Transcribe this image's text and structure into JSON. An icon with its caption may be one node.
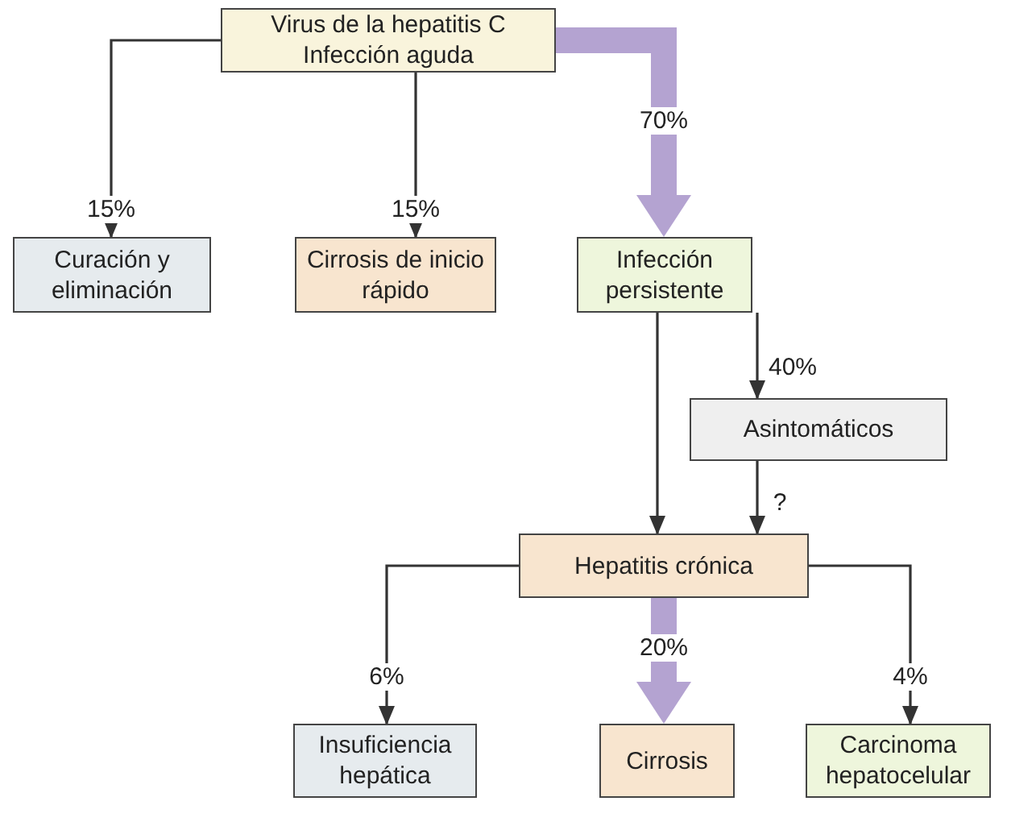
{
  "diagram": {
    "nodes": [
      {
        "text": [
          "Virus de la hepatitis C Infección aguda"
        ]
      },
      {
        "text": [
          "Curación y eliminación"
        ]
      },
      {
        "text": [
          "Cirrosis de inicio rápido"
        ]
      },
      {
        "text": [
          "Infección persistente"
        ]
      },
      {
        "text": [
          "Asintomáticos"
        ]
      },
      {
        "text": [
          "Hepatitis crónica"
        ]
      },
      {
        "text": [
          "Insuficiencia hepática"
        ]
      },
      {
        "text": [
          "Cirrosis"
        ]
      },
      {
        "text": [
          "Carcinoma hepatocelular"
        ]
      }
    ],
    "edges": [
      {
        "from": 0,
        "to": 1,
        "arrow": "to",
        "label": "15%"
      },
      {
        "from": 0,
        "to": 2,
        "arrow": "to",
        "label": "15%"
      },
      {
        "from": 0,
        "to": 3,
        "arrow": "to",
        "label": "70%",
        "style": "thick",
        "color": "#b4a3d1"
      },
      {
        "from": 3,
        "to": 4,
        "arrow": "to",
        "label": "40%"
      },
      {
        "from": 3,
        "to": 5,
        "arrow": "to"
      },
      {
        "from": 4,
        "to": 5,
        "arrow": "to",
        "label": "?"
      },
      {
        "from": 5,
        "to": 6,
        "arrow": "to",
        "label": "6%"
      },
      {
        "from": 5,
        "to": 7,
        "arrow": "to",
        "label": "20%",
        "style": "thick",
        "color": "#b4a3d1"
      },
      {
        "from": 5,
        "to": 8,
        "arrow": "to",
        "label": "4%"
      }
    ]
  }
}
